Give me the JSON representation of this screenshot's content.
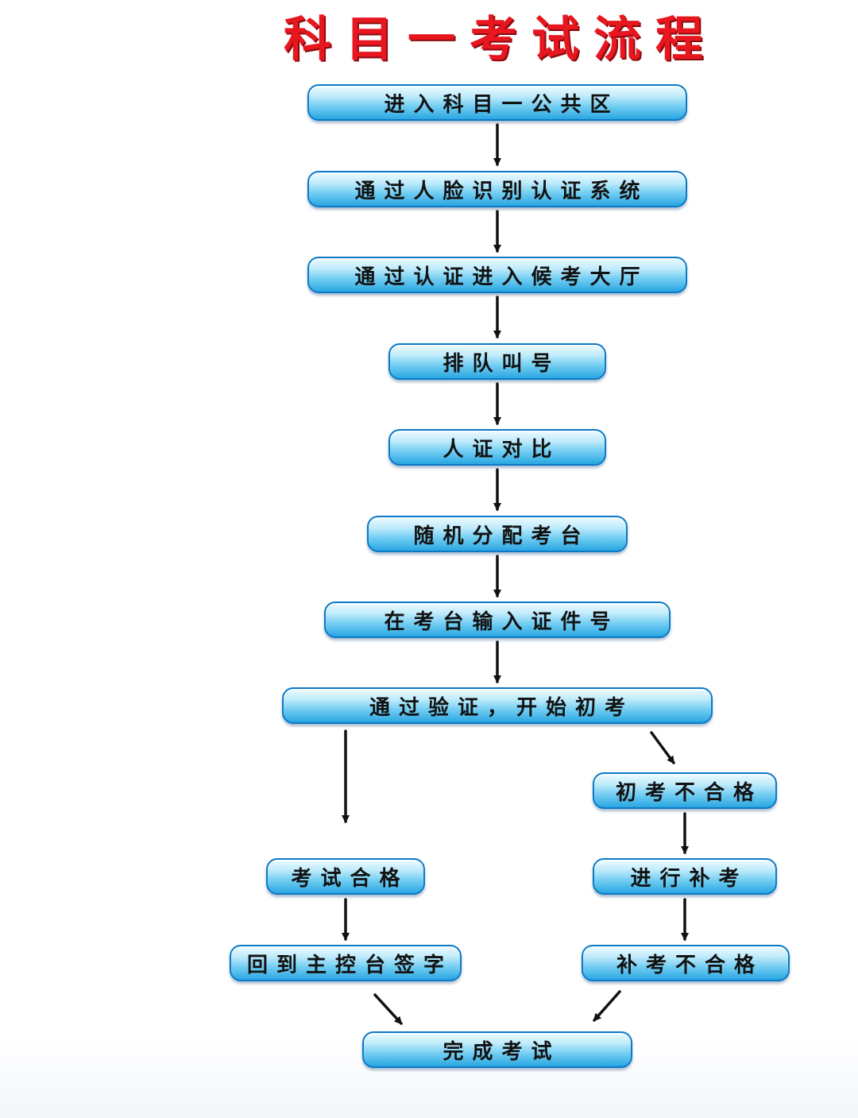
{
  "diagram": {
    "title": "科目一考试流程",
    "nodes": [
      {
        "id": "n1",
        "label": "进入科目一公共区"
      },
      {
        "id": "n2",
        "label": "通过人脸识别认证系统"
      },
      {
        "id": "n3",
        "label": "通过认证进入候考大厅"
      },
      {
        "id": "n4",
        "label": "排队叫号"
      },
      {
        "id": "n5",
        "label": "人证对比"
      },
      {
        "id": "n6",
        "label": "随机分配考台"
      },
      {
        "id": "n7",
        "label": "在考台输入证件号"
      },
      {
        "id": "n8",
        "label": "通过验证，开始初考"
      },
      {
        "id": "n9",
        "label": "初考不合格"
      },
      {
        "id": "n10",
        "label": "考试合格"
      },
      {
        "id": "n11",
        "label": "进行补考"
      },
      {
        "id": "n12",
        "label": "回到主控台签字"
      },
      {
        "id": "n13",
        "label": "补考不合格"
      },
      {
        "id": "n14",
        "label": "完成考试"
      }
    ],
    "edges": [
      {
        "from": "n1",
        "to": "n2"
      },
      {
        "from": "n2",
        "to": "n3"
      },
      {
        "from": "n3",
        "to": "n4"
      },
      {
        "from": "n4",
        "to": "n5"
      },
      {
        "from": "n5",
        "to": "n6"
      },
      {
        "from": "n6",
        "to": "n7"
      },
      {
        "from": "n7",
        "to": "n8"
      },
      {
        "from": "n8",
        "to": "n10"
      },
      {
        "from": "n8",
        "to": "n9"
      },
      {
        "from": "n9",
        "to": "n11"
      },
      {
        "from": "n11",
        "to": "n13"
      },
      {
        "from": "n10",
        "to": "n12"
      },
      {
        "from": "n12",
        "to": "n14"
      },
      {
        "from": "n13",
        "to": "n14"
      }
    ],
    "colors": {
      "title": "#e8161e",
      "node_fill": "#5ec3ee",
      "node_border": "#0c79c8",
      "arrow": "#111111"
    }
  }
}
